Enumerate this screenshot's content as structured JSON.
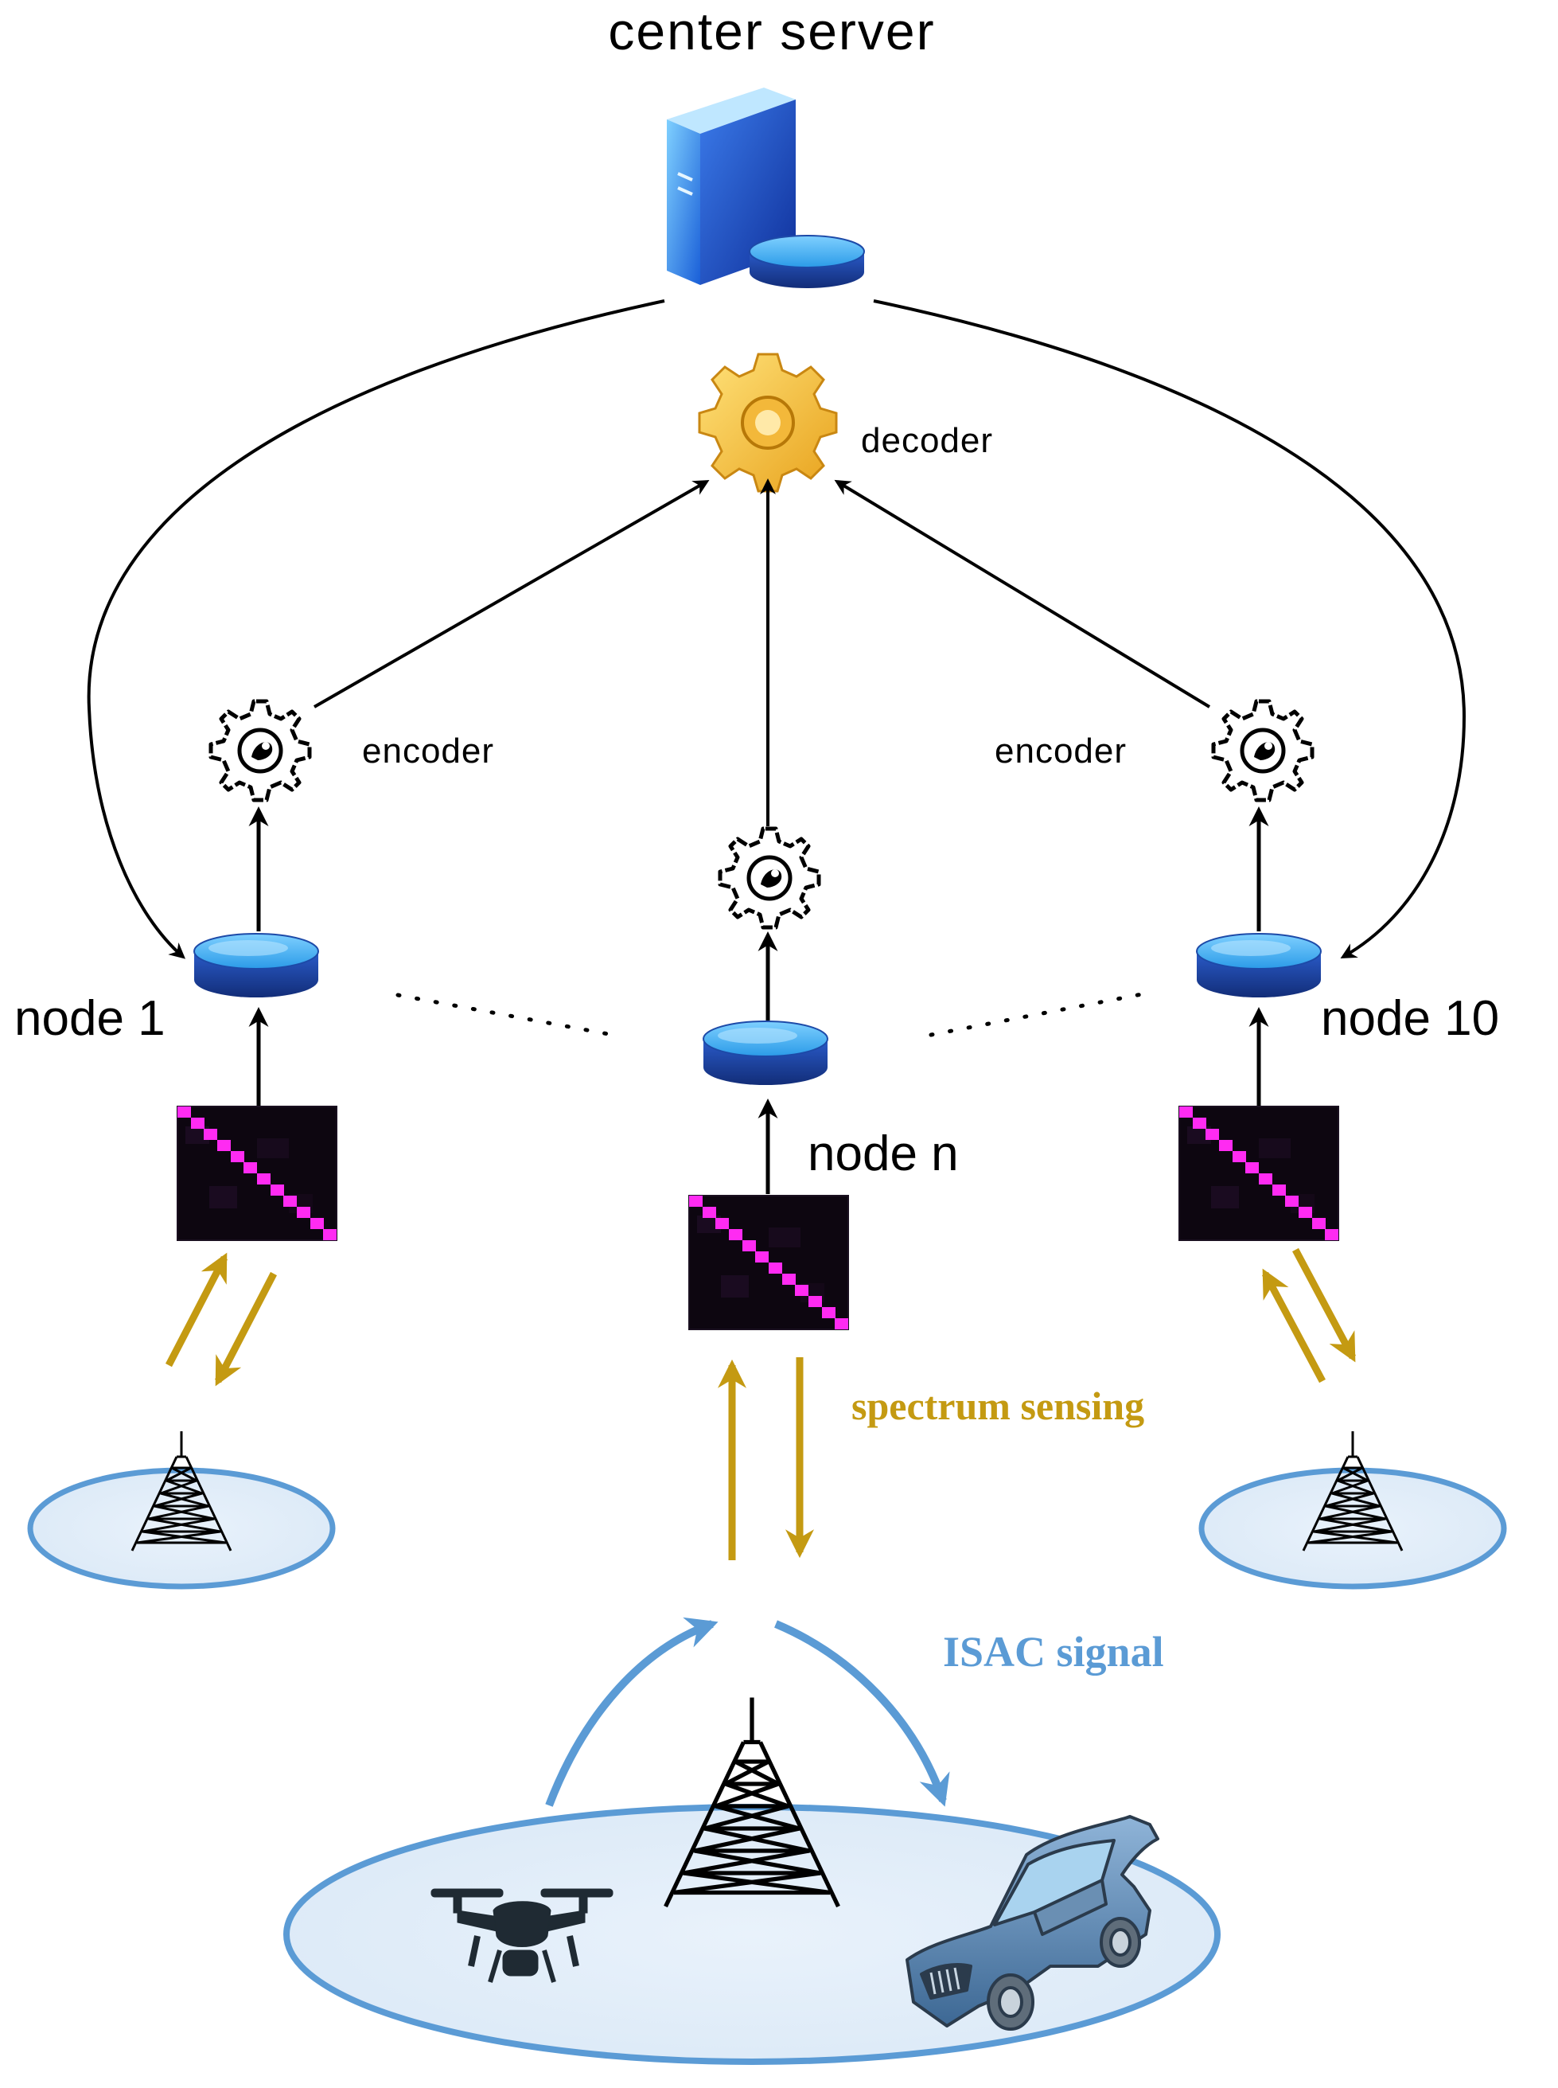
{
  "title": "center server",
  "labels": {
    "decoder": "decoder",
    "encoder_left": "encoder",
    "encoder_right": "encoder",
    "node_1": "node 1",
    "node_n": "node n",
    "node_10": "node 10",
    "spectrum_sensing": "spectrum sensing",
    "isac_signal": "ISAC signal"
  },
  "colors": {
    "sensing_arrow": "#C49A12",
    "isac": "#5B9BD5",
    "matrix_diag": "#FF2BF2",
    "matrix_bg": "#0d0610",
    "disk_top": "#3FA9EE",
    "disk_side": "#1F3F8F"
  },
  "icons": [
    "server-icon",
    "decoder-gear-icon",
    "encoder-gear-icon",
    "disk-icon",
    "matrix-icon",
    "tower-icon",
    "drone-icon",
    "car-icon"
  ]
}
